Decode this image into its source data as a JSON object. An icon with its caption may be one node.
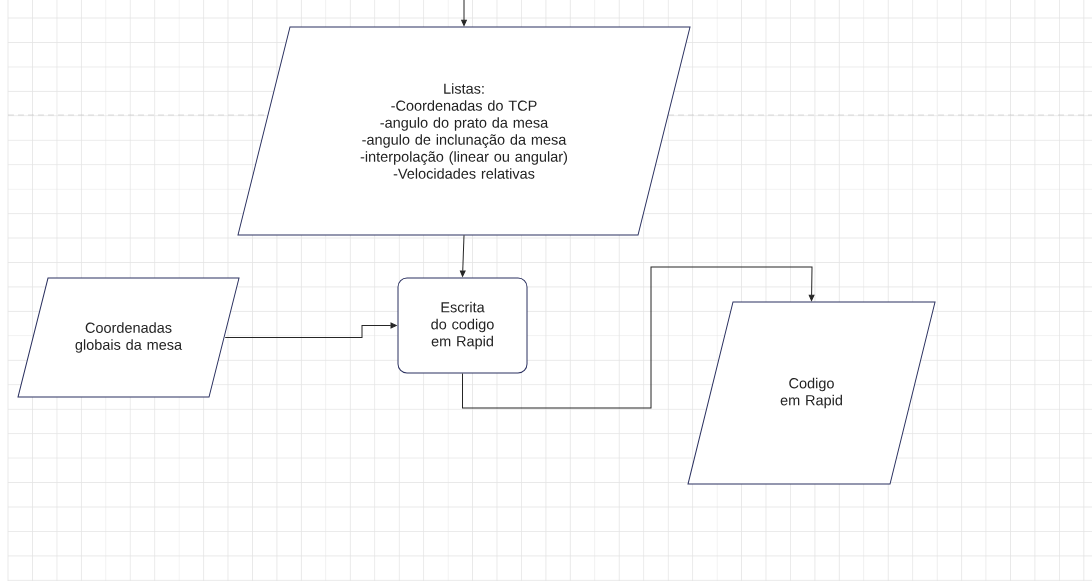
{
  "diagram": {
    "nodes": [
      {
        "text": [
          "Listas:",
          "-Coordenadas do TCP",
          "-angulo do prato da mesa",
          "-angulo de inclunação da mesa",
          "-interpolação (linear ou angular)",
          "-Velocidades relativas"
        ]
      },
      {
        "text": [
          "Coordenadas globais da mesa"
        ]
      },
      {
        "text": [
          "Escrita do codigo em Rapid"
        ]
      },
      {
        "text": [
          "Codigo em Rapid"
        ]
      }
    ],
    "edges": [
      {
        "from": null,
        "to": 0,
        "arrow": "to"
      },
      {
        "from": 0,
        "to": 2,
        "arrow": "to"
      },
      {
        "from": 1,
        "to": 2,
        "arrow": "to"
      },
      {
        "from": 2,
        "to": 3,
        "arrow": "to"
      }
    ]
  }
}
